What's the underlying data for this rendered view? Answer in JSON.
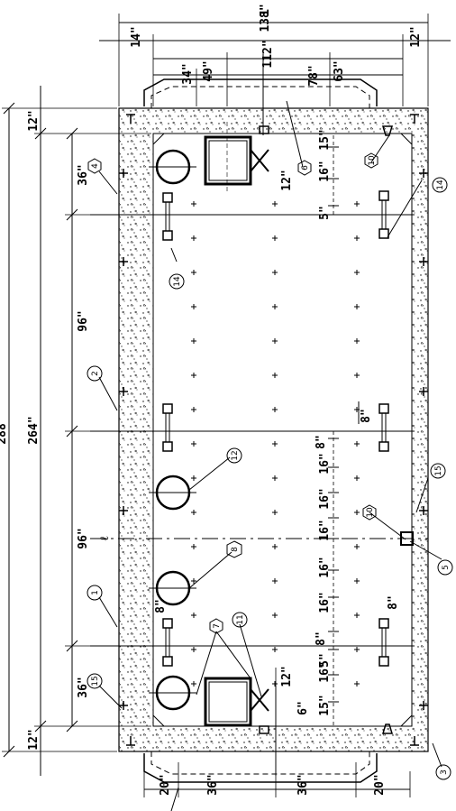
{
  "top_dims": {
    "d138": "138\"",
    "d1": "1",
    "d14": "14\"",
    "d112": "112\"",
    "d12": "12\"",
    "d49": "49\"",
    "d34": "34\"",
    "d78": "78\"",
    "d63": "63\""
  },
  "left_dims": {
    "d288": "288\"",
    "d264": "264\"",
    "d12a": "12\"",
    "d12b": "12\"",
    "d36a": "36\"",
    "d96a": "96\"",
    "d96b": "96\"",
    "d36b": "36\"",
    "centerline": "ℓ"
  },
  "bottom_dims": {
    "d20a": "20\"",
    "d36a": "36\"",
    "d36b": "36\"",
    "d20b": "20\""
  },
  "inner_dims": {
    "d12_top": "12\"",
    "d15_top": "15\"",
    "d16_top": "16\"",
    "d5_top": "5\"",
    "d8_mid": "8\"",
    "d8_mid2": "8\"",
    "d16_a": "16\"",
    "d16_b": "16\"",
    "d16_c": "16\"",
    "d16_d": "16\"",
    "d16_e": "16\"",
    "d8_low": "8\"",
    "d8_low2": "8\"",
    "d5_low": "5\"",
    "d16_low": "16\"",
    "d15_low": "15\"",
    "d12_low": "12\"",
    "d6_low": "6\"",
    "d8_left": "8\""
  },
  "tags": {
    "t1": "1",
    "t2": "2",
    "t3": "3",
    "t4": "4",
    "t5": "5",
    "t6": "6",
    "t7": "7",
    "t8": "8",
    "t10a": "10",
    "t10b": "10",
    "t11": "11",
    "t12": "12",
    "t14a": "14",
    "t14b": "14",
    "t15a": "15",
    "t15b": "15"
  }
}
